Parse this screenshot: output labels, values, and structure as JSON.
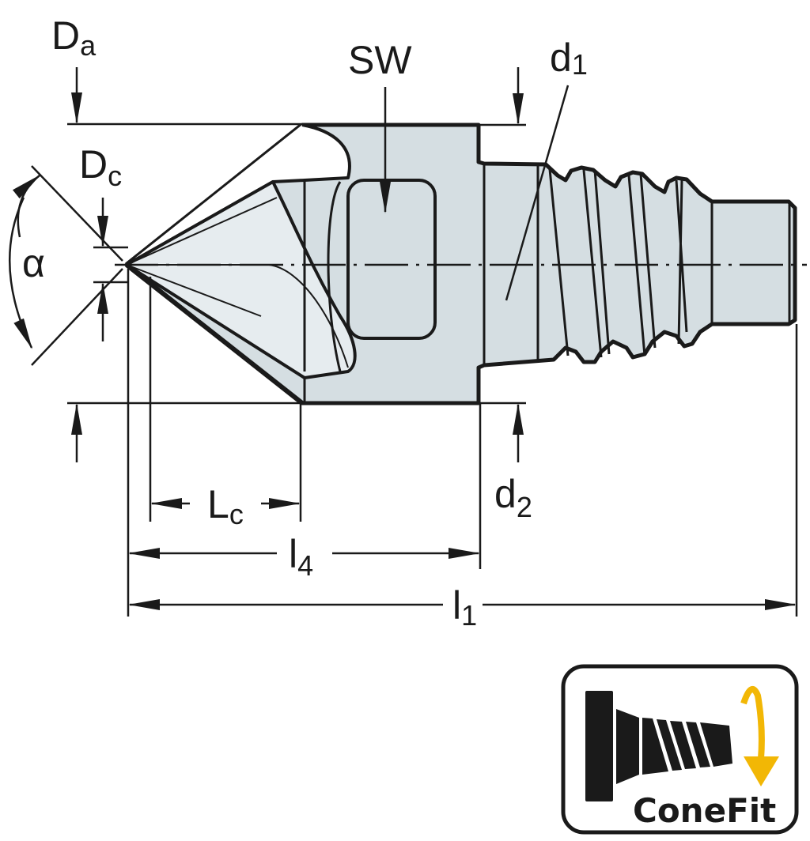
{
  "labels": {
    "Da": {
      "main": "D",
      "sub": "a"
    },
    "SW": "SW",
    "d1": {
      "main": "d",
      "sub": "1"
    },
    "Dc": {
      "main": "D",
      "sub": "c"
    },
    "alpha": "α",
    "Lc": {
      "main": "L",
      "sub": "c"
    },
    "l4": {
      "main": "l",
      "sub": "4"
    },
    "d2": {
      "main": "d",
      "sub": "2"
    },
    "l1": {
      "main": "l",
      "sub": "1"
    }
  },
  "logo": {
    "text": "ConeFit",
    "arrow_color": "#f2b705"
  },
  "colors": {
    "body_fill": "#d5dee2",
    "line": "#1a1a1a"
  }
}
